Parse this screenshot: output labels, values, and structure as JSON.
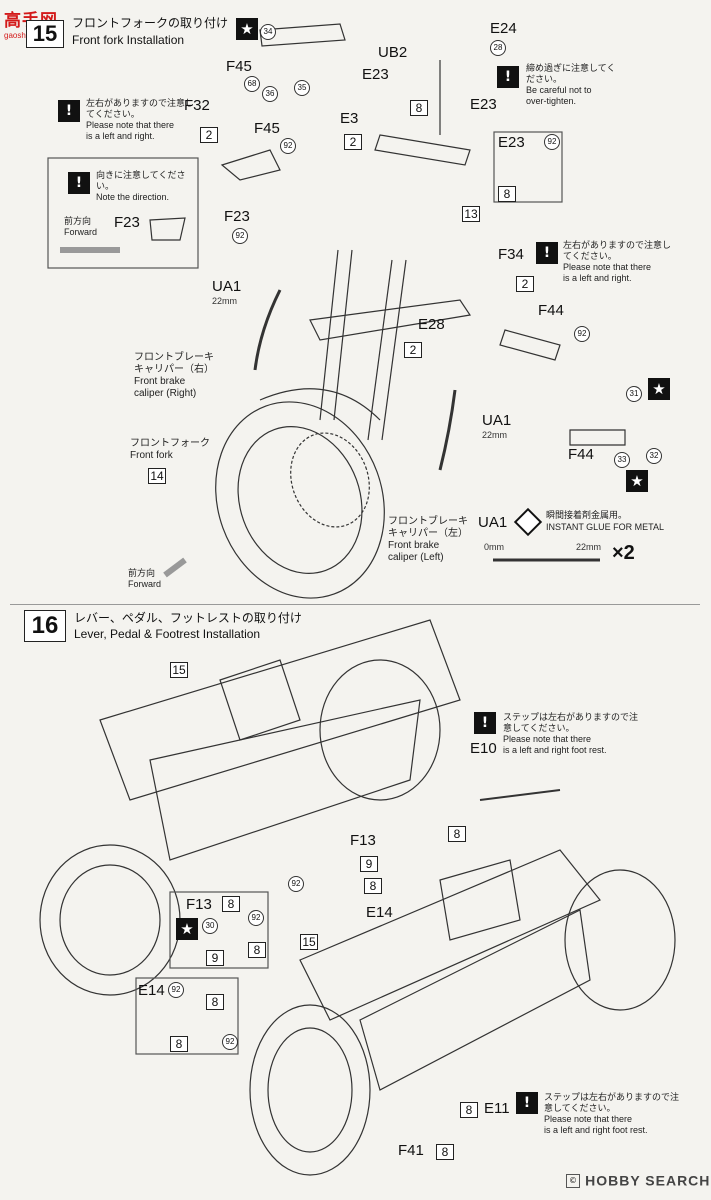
{
  "watermark": {
    "site": "高手网",
    "domain": "gaoshou.com"
  },
  "step15": {
    "number": "15",
    "title_jp": "フロントフォークの取り付け",
    "title_en": "Front fork Installation",
    "notes": [
      {
        "jp": "左右がありますので注意してください。",
        "en1": "Please note that there",
        "en2": "is a left and right."
      },
      {
        "jp": "向きに注意してください。",
        "en1": "Note the direction."
      },
      {
        "jp": "締め過ぎに注意してください。",
        "en1": "Be careful not to",
        "en2": "over-tighten."
      },
      {
        "jp": "左右がありますので注意してください。",
        "en1": "Please note that there",
        "en2": "is a left and right."
      }
    ],
    "direction_jp": "前方向",
    "direction_en": "Forward",
    "parts": [
      "F45",
      "E24",
      "UB2",
      "E23",
      "E23",
      "F32",
      "F45",
      "E3",
      "E23",
      "F23",
      "F23",
      "UA1",
      "F34",
      "F44",
      "E28",
      "UA1",
      "F44"
    ],
    "part_sizes": {
      "ua1_a": "22mm",
      "ua1_b": "22mm"
    },
    "labels": {
      "brake_right_jp1": "フロントブレーキ",
      "brake_right_jp2": "キャリパー（右）",
      "brake_right_en1": "Front brake",
      "brake_right_en2": "caliper (Right)",
      "fork_jp": "フロントフォーク",
      "fork_en": "Front fork",
      "brake_left_jp1": "フロントブレーキ",
      "brake_left_jp2": "キャリパー（左）",
      "brake_left_en1": "Front brake",
      "brake_left_en2": "caliper (Left)"
    },
    "glue": {
      "part": "UA1",
      "jp": "瞬間接着剤金属用。",
      "en": "INSTANT GLUE   FOR METAL",
      "min": "0mm",
      "max": "22mm",
      "qty": "×2"
    },
    "numbers": {
      "n34": "34",
      "n68": "68",
      "n36": "36",
      "n35": "35",
      "n28": "28",
      "n92": "92",
      "n8": "8",
      "n2": "2",
      "n13": "13",
      "n14": "14",
      "n31": "31",
      "n33": "33",
      "n32": "32"
    }
  },
  "step16": {
    "number": "16",
    "title_jp": "レバー、ペダル、フットレストの取り付け",
    "title_en": "Lever, Pedal & Footrest Installation",
    "note_top": {
      "jp": "ステップは左右がありますので注意してください。",
      "en1": "Please note that there",
      "en2": "is a left and right foot rest."
    },
    "note_bottom": {
      "jp": "ステップは左右がありますので注意してください。",
      "en1": "Please note that there",
      "en2": "is a left and right foot rest."
    },
    "parts": {
      "e10": "E10",
      "f13": "F13",
      "e14": "E14",
      "f13_detail": "F13",
      "e14_detail": "E14",
      "e11": "E11",
      "f41": "F41"
    },
    "numbers": {
      "n15": "15",
      "n8": "8",
      "n9": "9",
      "n92": "92",
      "n30": "30"
    }
  },
  "footer": {
    "brand": "HOBBY SEARCH"
  }
}
